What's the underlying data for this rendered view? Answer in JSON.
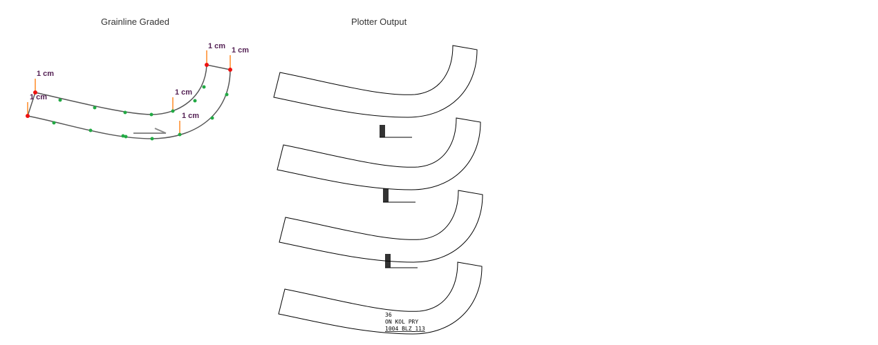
{
  "panels": {
    "left_title": "Grainline Graded",
    "right_title": "Plotter Output"
  },
  "grade_labels": [
    "1 cm",
    "1 cm",
    "1 cm",
    "1 cm",
    "1 cm",
    "1 cm"
  ],
  "plot_label": {
    "size": "36",
    "line1": "ON KOL PRY",
    "line2": "1004 BLZ_113"
  },
  "colors": {
    "outline": "#555555",
    "grade_point": "#ee1111",
    "curve_point": "#22aa44",
    "grade_vector": "#ff8822"
  }
}
